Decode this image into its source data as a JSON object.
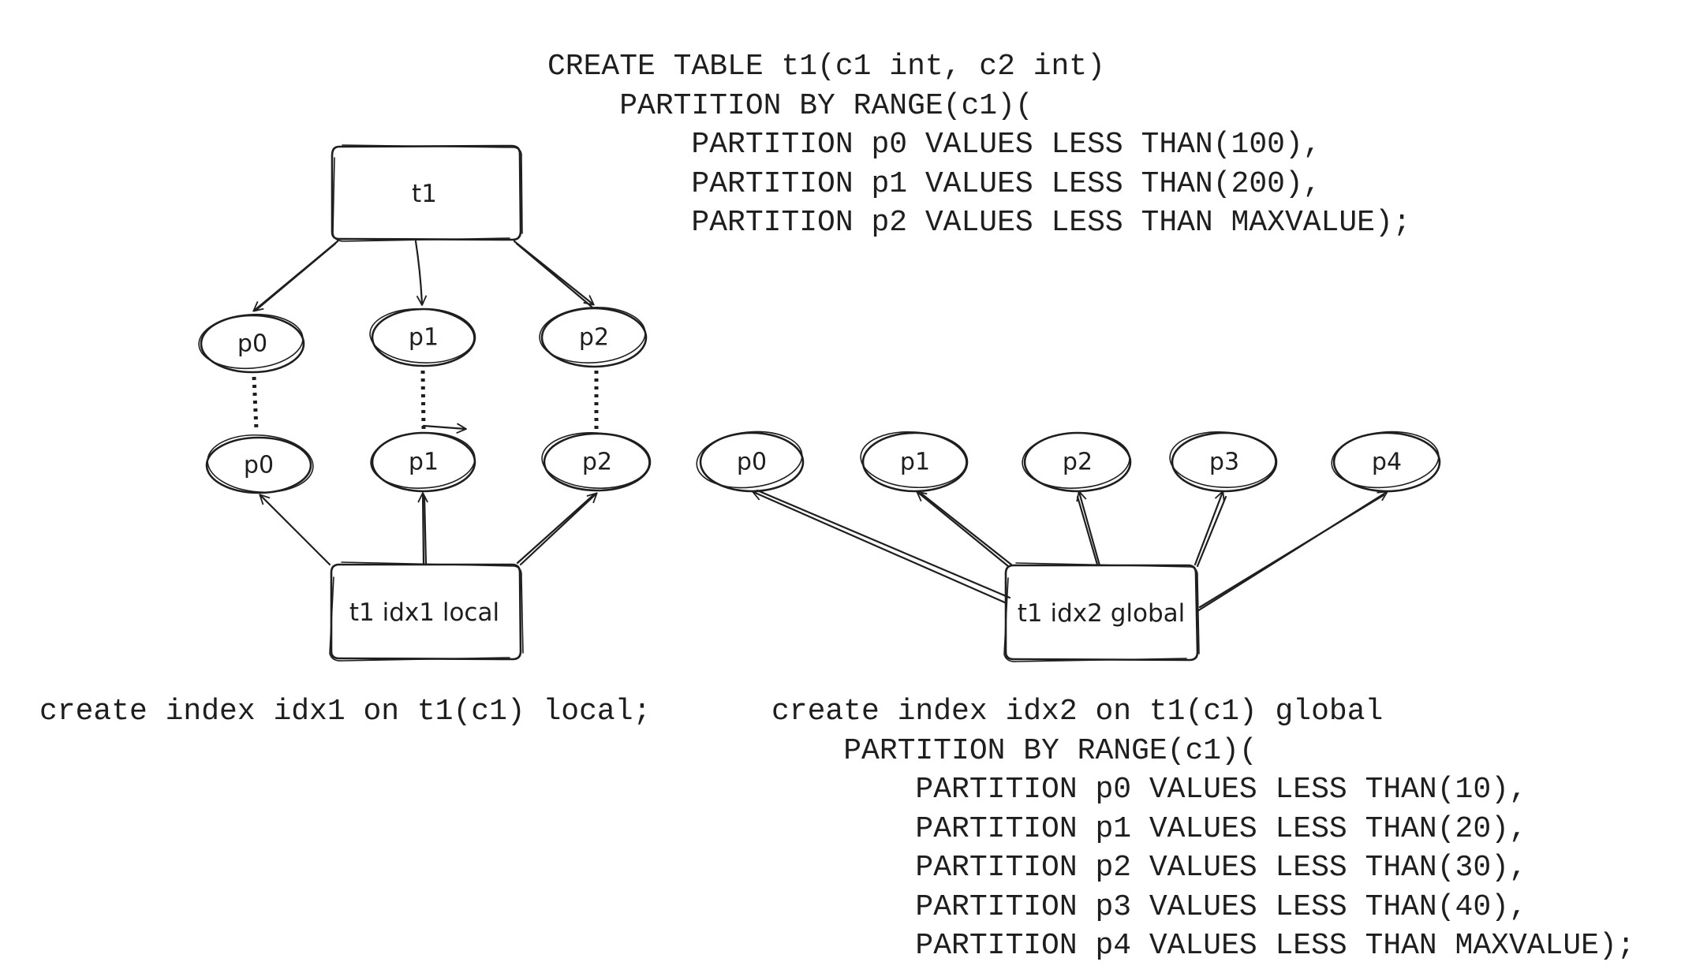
{
  "create_table_sql": [
    "CREATE TABLE t1(c1 int, c2 int)",
    "    PARTITION BY RANGE(c1)(",
    "        PARTITION p0 VALUES LESS THAN(100),",
    "        PARTITION p1 VALUES LESS THAN(200),",
    "        PARTITION p2 VALUES LESS THAN MAXVALUE);"
  ],
  "local_index_sql": "create index idx1 on t1(c1) local;",
  "global_index_sql": [
    "create index idx2 on t1(c1) global",
    "    PARTITION BY RANGE(c1)(",
    "        PARTITION p0 VALUES LESS THAN(10),",
    "        PARTITION p1 VALUES LESS THAN(20),",
    "        PARTITION p2 VALUES LESS THAN(30),",
    "        PARTITION p3 VALUES LESS THAN(40),",
    "        PARTITION p4 VALUES LESS THAN MAXVALUE);"
  ],
  "table_node": "t1",
  "table_partitions": [
    "p0",
    "p1",
    "p2"
  ],
  "local_index_partitions": [
    "p0",
    "p1",
    "p2"
  ],
  "local_index_node": "t1 idx1 local",
  "global_index_partitions": [
    "p0",
    "p1",
    "p2",
    "p3",
    "p4"
  ],
  "global_index_node": "t1 idx2 global",
  "colors": {
    "stroke": "#1e1e1e",
    "background": "#ffffff"
  }
}
